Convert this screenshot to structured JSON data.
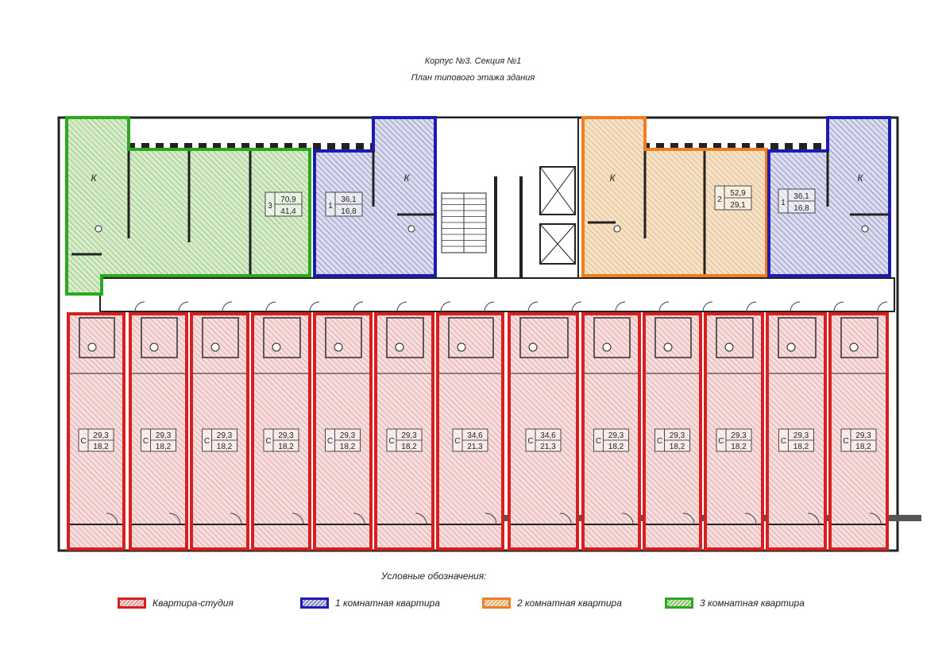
{
  "header": {
    "line1": "Корпус №3. Секция №1",
    "line2": "План типового этажа здания"
  },
  "colors": {
    "studio": "#d81e1e",
    "one_room": "#1c1cb4",
    "two_room": "#f07d1e",
    "three_room": "#2aa81e"
  },
  "apartments": [
    {
      "id": "apt-3room-nw",
      "kind": "three_room",
      "rooms": "3",
      "total": "70,9",
      "living": "41,4",
      "kitchen_label": "К"
    },
    {
      "id": "apt-1room-n1",
      "kind": "one_room",
      "rooms": "1",
      "total": "36,1",
      "living": "16,8",
      "kitchen_label": "К"
    },
    {
      "id": "apt-2room-n",
      "kind": "two_room",
      "rooms": "2",
      "total": "52,9",
      "living": "29,1",
      "kitchen_label": "К"
    },
    {
      "id": "apt-1room-ne",
      "kind": "one_room",
      "rooms": "1",
      "total": "36,1",
      "living": "16,8",
      "kitchen_label": "К"
    }
  ],
  "studios": [
    {
      "code": "С",
      "total": "29,3",
      "living": "18,2"
    },
    {
      "code": "С",
      "total": "29,3",
      "living": "18,2"
    },
    {
      "code": "С",
      "total": "29,3",
      "living": "18,2"
    },
    {
      "code": "С",
      "total": "29,3",
      "living": "18,2"
    },
    {
      "code": "С",
      "total": "29,3",
      "living": "18,2"
    },
    {
      "code": "С",
      "total": "29,3",
      "living": "18,2"
    },
    {
      "code": "С",
      "total": "34,6",
      "living": "21,3"
    },
    {
      "code": "С",
      "total": "34,6",
      "living": "21,3"
    },
    {
      "code": "С",
      "total": "29,3",
      "living": "18,2"
    },
    {
      "code": "С",
      "total": "29,3",
      "living": "18,2"
    },
    {
      "code": "С",
      "total": "29,3",
      "living": "18,2"
    },
    {
      "code": "С",
      "total": "29,3",
      "living": "18,2"
    },
    {
      "code": "С",
      "total": "29,3",
      "living": "18,2"
    }
  ],
  "legend": {
    "title": "Условные обозначения:",
    "items": [
      {
        "kind": "studio",
        "label": "Квартира-студия"
      },
      {
        "kind": "one_room",
        "label": "1 комнатная квартира"
      },
      {
        "kind": "two_room",
        "label": "2 комнатная квартира"
      },
      {
        "kind": "three_room",
        "label": "3 комнатная квартира"
      }
    ]
  }
}
